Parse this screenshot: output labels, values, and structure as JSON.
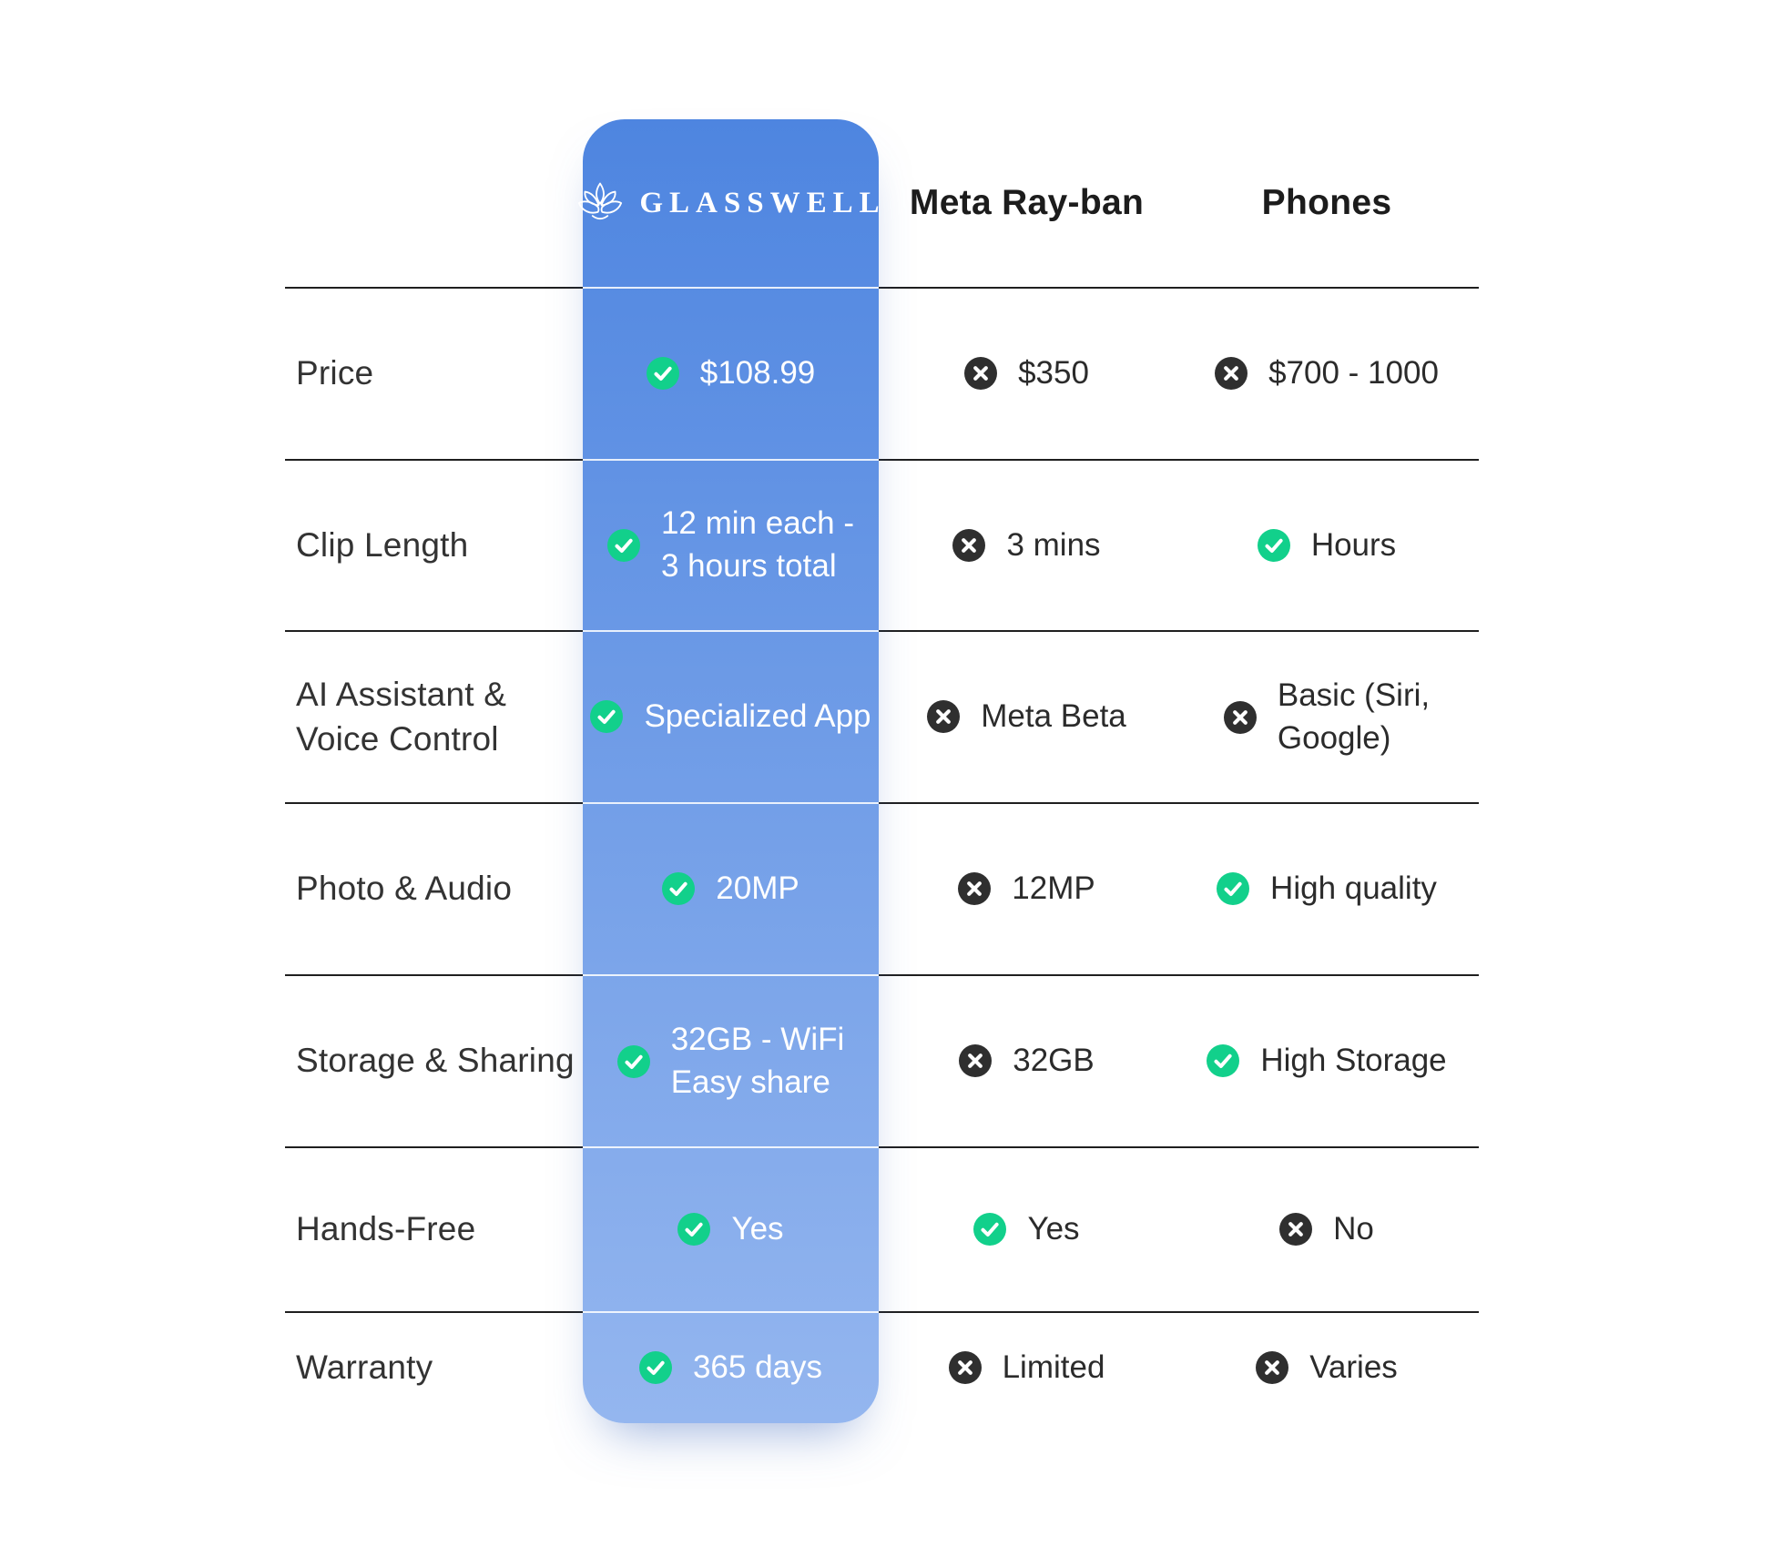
{
  "colors": {
    "highlight_top": "#4E85E0",
    "highlight_bottom": "#94B6EF",
    "check_green": "#12D08B",
    "cross_dark": "#2F2F2F",
    "line_dark": "#1F1F1F",
    "text_dark": "#2B2B2B",
    "text_white": "#FFFFFF"
  },
  "icons": {
    "check": "green-check-circle-icon",
    "cross": "dark-x-circle-icon",
    "logo": "lotus-icon"
  },
  "chart_data": {
    "type": "table",
    "title": "",
    "columns": [
      {
        "key": "feature",
        "label": ""
      },
      {
        "key": "glasswell",
        "label": "GLASSWELL",
        "highlight": true
      },
      {
        "key": "meta",
        "label": "Meta Ray-ban"
      },
      {
        "key": "phones",
        "label": "Phones"
      }
    ],
    "rows": [
      {
        "feature": "Price",
        "cells": [
          {
            "status": "check",
            "value": "$108.99"
          },
          {
            "status": "cross",
            "value": "$350"
          },
          {
            "status": "cross",
            "value": "$700 - 1000"
          }
        ]
      },
      {
        "feature": "Clip Length",
        "cells": [
          {
            "status": "check",
            "value": "12 min each -\n3 hours total"
          },
          {
            "status": "cross",
            "value": "3 mins"
          },
          {
            "status": "check",
            "value": "Hours"
          }
        ]
      },
      {
        "feature": "AI Assistant &\nVoice Control",
        "cells": [
          {
            "status": "check",
            "value": "Specialized App"
          },
          {
            "status": "cross",
            "value": "Meta Beta"
          },
          {
            "status": "cross",
            "value": "Basic (Siri,\nGoogle)"
          }
        ]
      },
      {
        "feature": "Photo & Audio",
        "cells": [
          {
            "status": "check",
            "value": "20MP"
          },
          {
            "status": "cross",
            "value": "12MP"
          },
          {
            "status": "check",
            "value": "High quality"
          }
        ]
      },
      {
        "feature": "Storage & Sharing",
        "cells": [
          {
            "status": "check",
            "value": "32GB - WiFi\nEasy share"
          },
          {
            "status": "cross",
            "value": "32GB"
          },
          {
            "status": "check",
            "value": "High Storage"
          }
        ]
      },
      {
        "feature": "Hands-Free",
        "cells": [
          {
            "status": "check",
            "value": "Yes"
          },
          {
            "status": "check",
            "value": "Yes"
          },
          {
            "status": "cross",
            "value": "No"
          }
        ]
      },
      {
        "feature": "Warranty",
        "cells": [
          {
            "status": "check",
            "value": "365 days"
          },
          {
            "status": "cross",
            "value": "Limited"
          },
          {
            "status": "cross",
            "value": "Varies"
          }
        ]
      }
    ]
  }
}
